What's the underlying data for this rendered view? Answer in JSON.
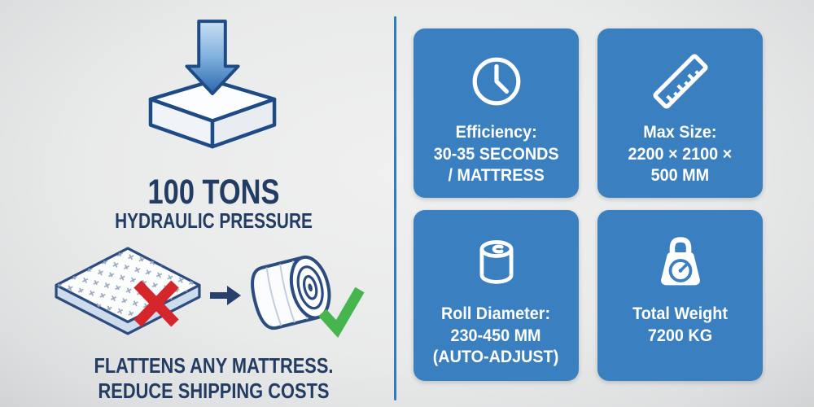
{
  "colors": {
    "background": "#e9eaea",
    "card_blue": "#3a80c1",
    "divider_blue": "#2e7cc2",
    "navy_text": "#223c63",
    "illustration_outline": "#1e4b85",
    "red_x": "#d5262b",
    "green_check": "#47b54e",
    "arrow_gradient_top": "#cadff3",
    "arrow_gradient_bottom": "#2a68ae"
  },
  "left_panel": {
    "press_title": "100 TONS",
    "press_subtitle": "HYDRAULIC PRESSURE",
    "caption_line1": "FLATTENS ANY MATTRESS.",
    "caption_line2": "REDUCE SHIPPING COSTS"
  },
  "spec_cards": [
    {
      "icon": "clock-icon",
      "line1": "Efficiency:",
      "line2": "30-35 SECONDS",
      "line3": "/ MATTRESS"
    },
    {
      "icon": "ruler-icon",
      "line1": "Max Size:",
      "line2": "2200 × 2100 ×",
      "line3": "500 MM"
    },
    {
      "icon": "roll-icon",
      "line1": "Roll Diameter:",
      "line2": "230-450 MM",
      "line3": "(AUTO-ADJUST)"
    },
    {
      "icon": "weight-icon",
      "line1": "Total Weight",
      "line2": "7200 KG",
      "line3": ""
    }
  ]
}
